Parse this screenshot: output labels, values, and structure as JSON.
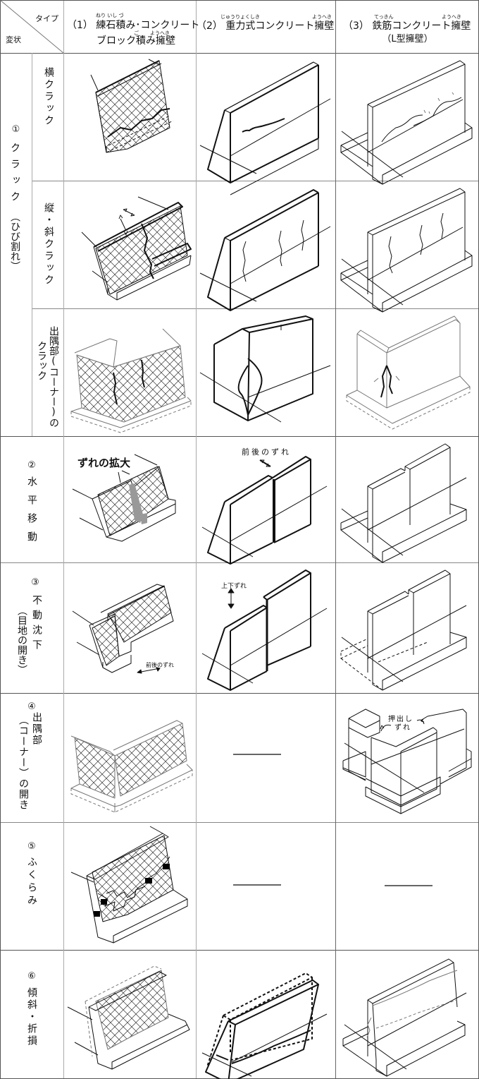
{
  "header": {
    "corner_top": "タイプ",
    "corner_bottom": "変状",
    "columns": [
      {
        "number": "（1）",
        "title_line1": "練石積み･コンクリート",
        "title_line2": "ブロック積み擁壁",
        "ruby": [
          "ねり いし づ",
          "ご",
          "ようへき"
        ]
      },
      {
        "number": "（2）",
        "title_line1": "重力式コンクリート擁壁",
        "ruby": [
          "じゅうりょくしき",
          "ようへき"
        ]
      },
      {
        "number": "（3）",
        "title_line1": "鉄筋コンクリート擁壁",
        "title_line2": "（L型擁壁）",
        "ruby": [
          "てっきん",
          "ようへき"
        ]
      }
    ]
  },
  "groups": [
    {
      "number": "①",
      "label": "クラック（ひび割れ）",
      "label_main": "クラック",
      "label_sub": "（ひび割れ）",
      "subrows": [
        {
          "label": "横クラック",
          "cells": [
            "illustration",
            "illustration",
            "illustration"
          ]
        },
        {
          "label": "縦・斜クラック",
          "cells": [
            "illustration",
            "illustration",
            "illustration"
          ]
        },
        {
          "label_line1": "出隅部(コーナー)の",
          "label_line2": "クラック",
          "cells": [
            "illustration",
            "illustration",
            "illustration"
          ]
        }
      ]
    },
    {
      "number": "②",
      "label": "水平移動",
      "cells": [
        "illustration",
        "illustration",
        "illustration"
      ],
      "annotations": {
        "col1": "ずれの拡大",
        "col2": "前後のずれ"
      }
    },
    {
      "number": "③",
      "label_main": "不動沈下",
      "label_sub": "（目地の開き）",
      "cells": [
        "illustration",
        "illustration",
        "illustration"
      ],
      "annotations": {
        "col1": "前後のずれ",
        "col2": "上下ずれ"
      }
    },
    {
      "number": "④",
      "label_main": "出隅部",
      "label_sub": "（コーナー）の開き",
      "cells": [
        "illustration",
        "not-applicable",
        "illustration"
      ],
      "annotations": {
        "col3_line1": "押出し",
        "col3_line2": "ずれ"
      }
    },
    {
      "number": "⑤",
      "label": "ふくらみ",
      "cells": [
        "illustration",
        "not-applicable",
        "not-applicable"
      ]
    },
    {
      "number": "⑥",
      "label": "傾斜・折損",
      "cells": [
        "illustration",
        "illustration",
        "illustration"
      ]
    }
  ],
  "colors": {
    "line": "#111111",
    "grid": "#555555",
    "background": "#ffffff"
  }
}
